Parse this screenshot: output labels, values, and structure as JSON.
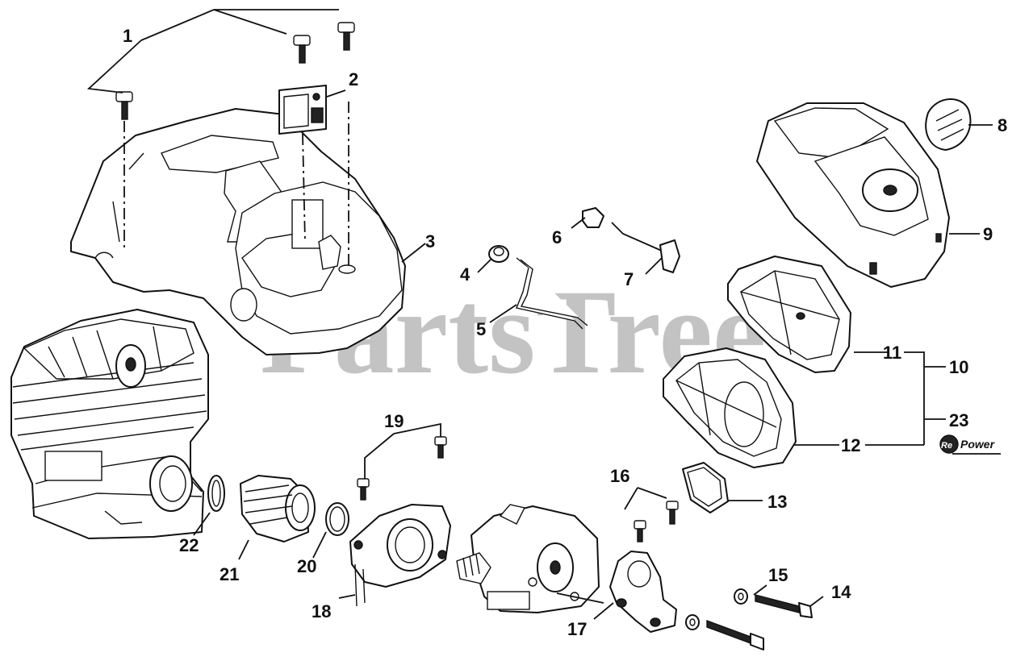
{
  "watermark": "PartsTree",
  "brand_mark": {
    "prefix": "Re",
    "suffix": "Power"
  },
  "callouts": {
    "c1": "1",
    "c2": "2",
    "c3": "3",
    "c4": "4",
    "c5": "5",
    "c6": "6",
    "c7": "7",
    "c8": "8",
    "c9": "9",
    "c10": "10",
    "c11": "11",
    "c12": "12",
    "c13": "13",
    "c14": "14",
    "c15": "15",
    "c16": "16",
    "c17": "17",
    "c18": "18",
    "c19": "19",
    "c20": "20",
    "c21": "21",
    "c22": "22",
    "c23": "23"
  }
}
